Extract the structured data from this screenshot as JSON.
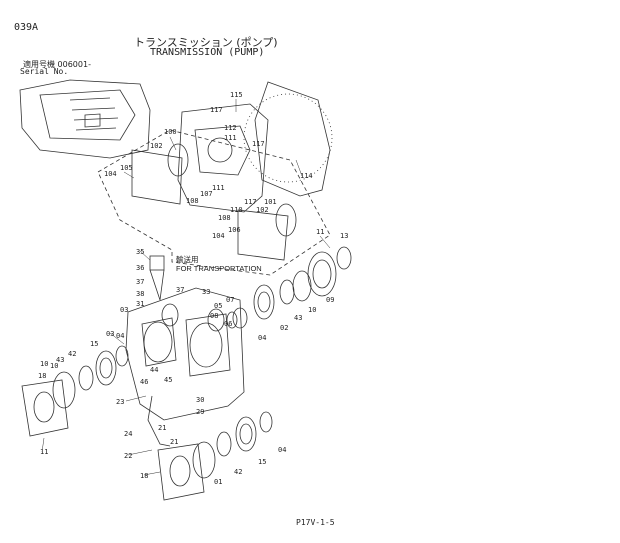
{
  "header": {
    "code": "039A",
    "title_jp": "トランスミッション (ポンプ)",
    "title_en": "TRANSMISSION (PUMP)",
    "serial_label_jp": "適用号機 006001-",
    "serial_label_en": "Serial No."
  },
  "inset_note": {
    "jp": "輸送用",
    "en": "FOR TRANSPORTATION"
  },
  "footer": {
    "page_code": "P17V-1-5"
  },
  "callouts": [
    "115",
    "117",
    "112",
    "100",
    "102",
    "111",
    "117",
    "105",
    "104",
    "107",
    "108",
    "111",
    "110",
    "114",
    "108",
    "117",
    "101",
    "102",
    "106",
    "104",
    "11",
    "13",
    "35",
    "36",
    "37",
    "38",
    "31",
    "37",
    "33",
    "03",
    "05",
    "07",
    "09",
    "08",
    "06",
    "04",
    "02",
    "43",
    "10",
    "03",
    "42",
    "15",
    "04",
    "45",
    "46",
    "18",
    "10",
    "43",
    "44",
    "30",
    "29",
    "23",
    "24",
    "21",
    "22",
    "21",
    "18",
    "01",
    "04",
    "15",
    "42",
    "10",
    "11"
  ]
}
